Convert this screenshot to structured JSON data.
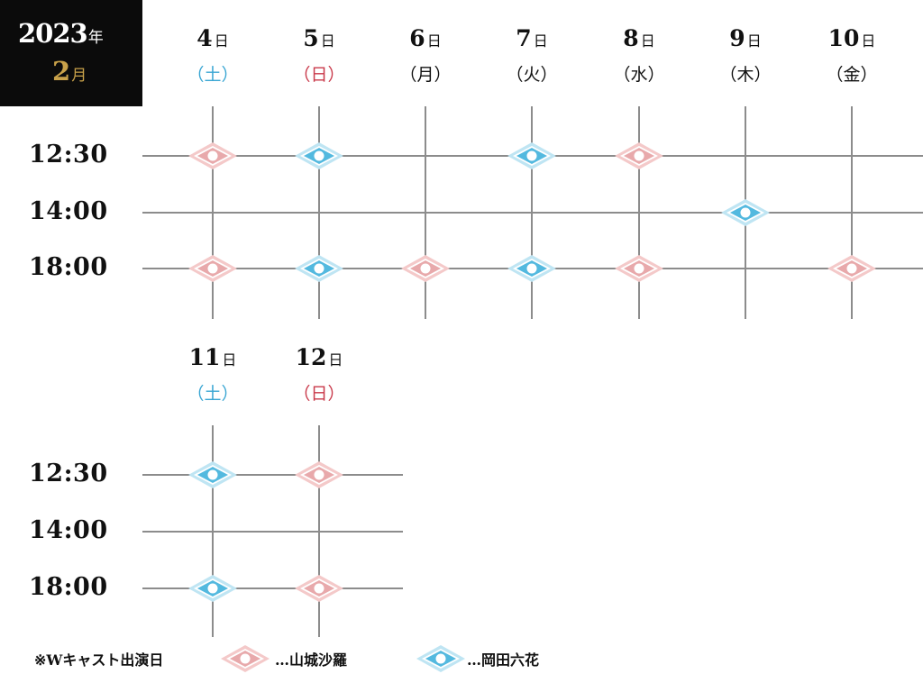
{
  "header": {
    "year": "2023",
    "year_unit": "年",
    "month": "2",
    "month_unit": "月"
  },
  "day_unit": "日",
  "block1": {
    "days": [
      {
        "day": "4",
        "dow": "（土）",
        "type": "sat"
      },
      {
        "day": "5",
        "dow": "（日）",
        "type": "sun"
      },
      {
        "day": "6",
        "dow": "（月）",
        "type": "wk"
      },
      {
        "day": "7",
        "dow": "（火）",
        "type": "wk"
      },
      {
        "day": "8",
        "dow": "（水）",
        "type": "wk"
      },
      {
        "day": "9",
        "dow": "（木）",
        "type": "wk"
      },
      {
        "day": "10",
        "dow": "（金）",
        "type": "wk"
      }
    ],
    "times": [
      "12:30",
      "14:00",
      "18:00"
    ],
    "shows": [
      [
        "pink",
        "blue",
        null,
        "blue",
        "pink",
        null,
        null
      ],
      [
        null,
        null,
        null,
        null,
        null,
        "blue",
        null
      ],
      [
        "pink",
        "blue",
        "pink",
        "blue",
        "pink",
        null,
        "pink"
      ]
    ]
  },
  "block2": {
    "days": [
      {
        "day": "11",
        "dow": "（土）",
        "type": "sat"
      },
      {
        "day": "12",
        "dow": "（日）",
        "type": "sun"
      }
    ],
    "times": [
      "12:30",
      "14:00",
      "18:00"
    ],
    "shows": [
      [
        "blue",
        "pink"
      ],
      [
        null,
        null
      ],
      [
        "blue",
        "pink"
      ]
    ]
  },
  "legend": {
    "note": "※Wキャスト出演日",
    "pink_label": "…山城沙羅",
    "blue_label": "…岡田六花"
  },
  "colors": {
    "pink_outer": "#f4c9c9",
    "pink_inner": "#e8a9ab",
    "blue_outer": "#bfe5f3",
    "blue_inner": "#53b9df",
    "line": "#8c8c8c",
    "year_bg": "#0b0b0b",
    "month_gold": "#c9a24a"
  }
}
